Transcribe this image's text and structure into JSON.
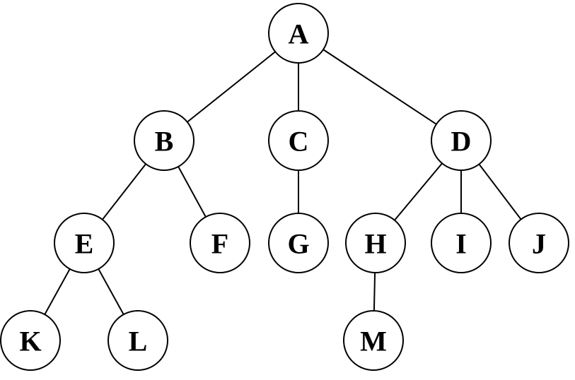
{
  "tree": {
    "nodes": [
      {
        "id": "A",
        "label": "A"
      },
      {
        "id": "B",
        "label": "B"
      },
      {
        "id": "C",
        "label": "C"
      },
      {
        "id": "D",
        "label": "D"
      },
      {
        "id": "E",
        "label": "E"
      },
      {
        "id": "F",
        "label": "F"
      },
      {
        "id": "G",
        "label": "G"
      },
      {
        "id": "H",
        "label": "H"
      },
      {
        "id": "I",
        "label": "I"
      },
      {
        "id": "J",
        "label": "J"
      },
      {
        "id": "K",
        "label": "K"
      },
      {
        "id": "L",
        "label": "L"
      },
      {
        "id": "M",
        "label": "M"
      }
    ],
    "edges": [
      {
        "from": "A",
        "to": "B"
      },
      {
        "from": "A",
        "to": "C"
      },
      {
        "from": "A",
        "to": "D"
      },
      {
        "from": "B",
        "to": "E"
      },
      {
        "from": "B",
        "to": "F"
      },
      {
        "from": "C",
        "to": "G"
      },
      {
        "from": "D",
        "to": "H"
      },
      {
        "from": "D",
        "to": "I"
      },
      {
        "from": "D",
        "to": "J"
      },
      {
        "from": "E",
        "to": "K"
      },
      {
        "from": "E",
        "to": "L"
      },
      {
        "from": "H",
        "to": "M"
      }
    ]
  }
}
